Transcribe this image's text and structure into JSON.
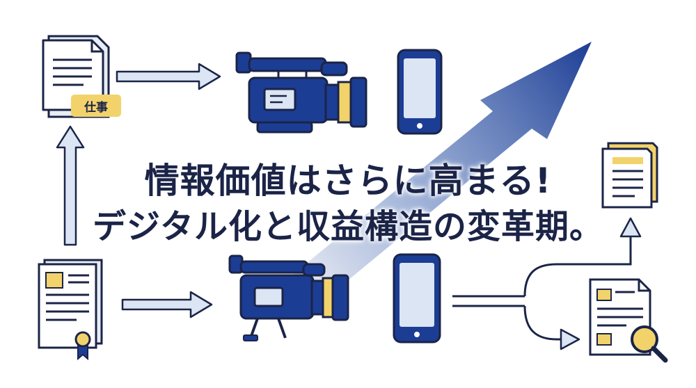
{
  "headline": {
    "line1": "情報価値はさらに高まる!",
    "line2": "デジタル化と収益構造の変革期。"
  },
  "badge": {
    "label": "仕事"
  },
  "icons": [
    "document-icon",
    "video-camera-icon",
    "smartphone-icon",
    "growth-arrow-icon",
    "certificate-icon",
    "magnifier-icon"
  ],
  "colors": {
    "navy": "#1b2447",
    "royal_blue": "#1c3d94",
    "light_blue": "#dbe5f3",
    "yellow": "#f2d36b",
    "paper": "#ffffff"
  }
}
